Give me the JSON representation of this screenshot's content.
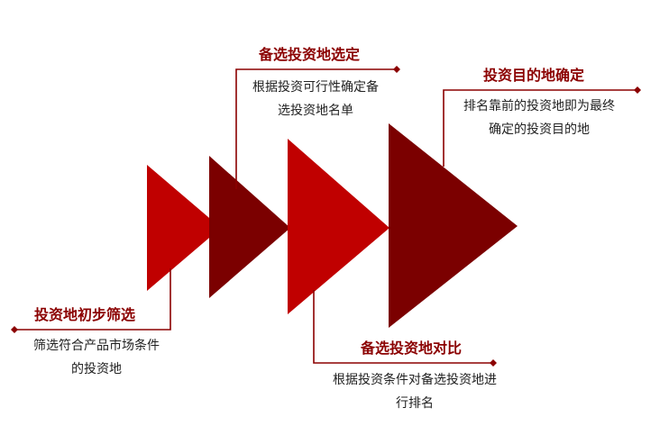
{
  "colors": {
    "bright_red": "#c00000",
    "dark_red": "#7b0000",
    "title_red": "#8b0000",
    "connector": "#8b0000",
    "text": "#222222"
  },
  "steps": [
    {
      "title": "投资地初步筛选",
      "desc": [
        "筛选符合产品市场条件",
        "的投资地"
      ]
    },
    {
      "title": "备选投资地选定",
      "desc": [
        "根据投资可行性确定备",
        "选投资地名单"
      ]
    },
    {
      "title": "备选投资地对比",
      "desc": [
        "根据投资条件对备选投资地进",
        "行排名"
      ]
    },
    {
      "title": "投资目的地确定",
      "desc": [
        "排名靠前的投资地即为最终",
        "确定的投资目的地"
      ]
    }
  ]
}
